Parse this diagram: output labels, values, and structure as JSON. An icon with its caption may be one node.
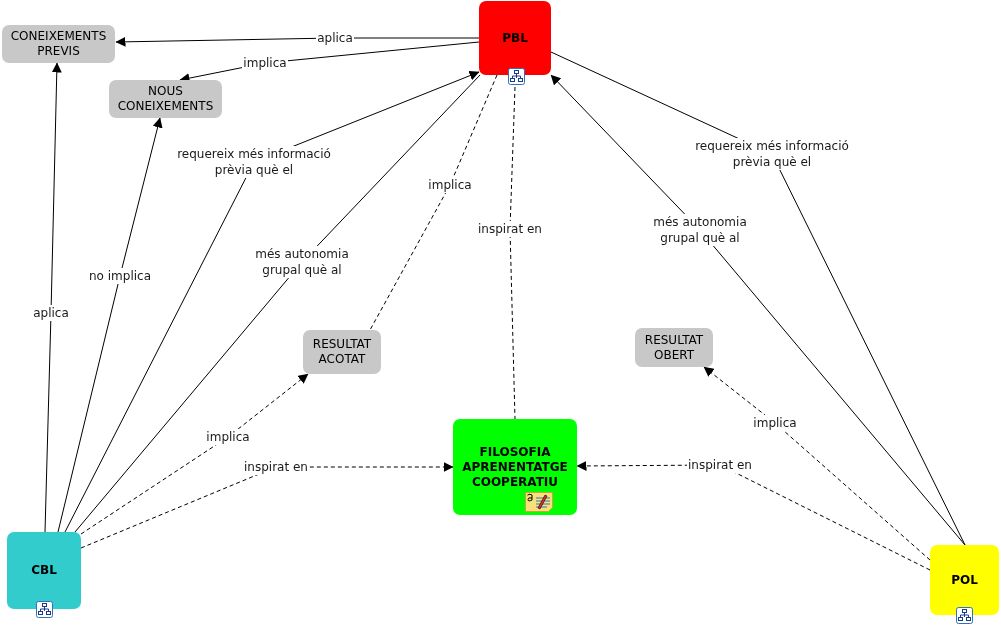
{
  "diagram": {
    "nodes": [
      {
        "text": [
          "PBL"
        ]
      },
      {
        "text": [
          "CONEIXEMENTS PREVIS"
        ]
      },
      {
        "text": [
          "NOUS CONEIXEMENTS"
        ]
      },
      {
        "text": [
          "RESULTAT ACOTAT"
        ]
      },
      {
        "text": [
          "RESULTAT OBERT"
        ]
      },
      {
        "text": [
          "FILOSOFIA APRENENTATGE COOPERATIU"
        ]
      },
      {
        "text": [
          "CBL"
        ]
      },
      {
        "text": [
          "POL"
        ]
      }
    ],
    "edges": [
      {
        "from": 0,
        "to": 1,
        "arrow": "to",
        "label": "aplica"
      },
      {
        "from": 0,
        "to": 2,
        "arrow": "to",
        "label": "implica"
      },
      {
        "from": 0,
        "to": 3,
        "arrow": "none",
        "label": "implica",
        "style": "dashed"
      },
      {
        "from": 0,
        "to": 5,
        "arrow": "none",
        "label": "inspirat en",
        "style": "dashed"
      },
      {
        "from": 6,
        "to": 1,
        "arrow": "to",
        "label": "aplica"
      },
      {
        "from": 6,
        "to": 2,
        "arrow": "to",
        "label": "no implica"
      },
      {
        "from": 6,
        "to": 0,
        "arrow": "to",
        "label": "requereix més informació prèvia què el"
      },
      {
        "from": 6,
        "to": 0,
        "arrow": "none",
        "label": "més autonomia grupal què al"
      },
      {
        "from": 6,
        "to": 3,
        "arrow": "to",
        "label": "implica",
        "style": "dashed"
      },
      {
        "from": 6,
        "to": 5,
        "arrow": "to",
        "label": "inspirat en",
        "style": "dashed"
      },
      {
        "from": 7,
        "to": 0,
        "arrow": "to",
        "label": "més autonomia grupal què al"
      },
      {
        "from": 0,
        "to": 7,
        "arrow": "none",
        "label": "requereix més informació prèvia què el"
      },
      {
        "from": 7,
        "to": 4,
        "arrow": "to",
        "label": "implica",
        "style": "dashed"
      },
      {
        "from": 7,
        "to": 5,
        "arrow": "to",
        "label": "inspirat en",
        "style": "dashed"
      }
    ]
  }
}
